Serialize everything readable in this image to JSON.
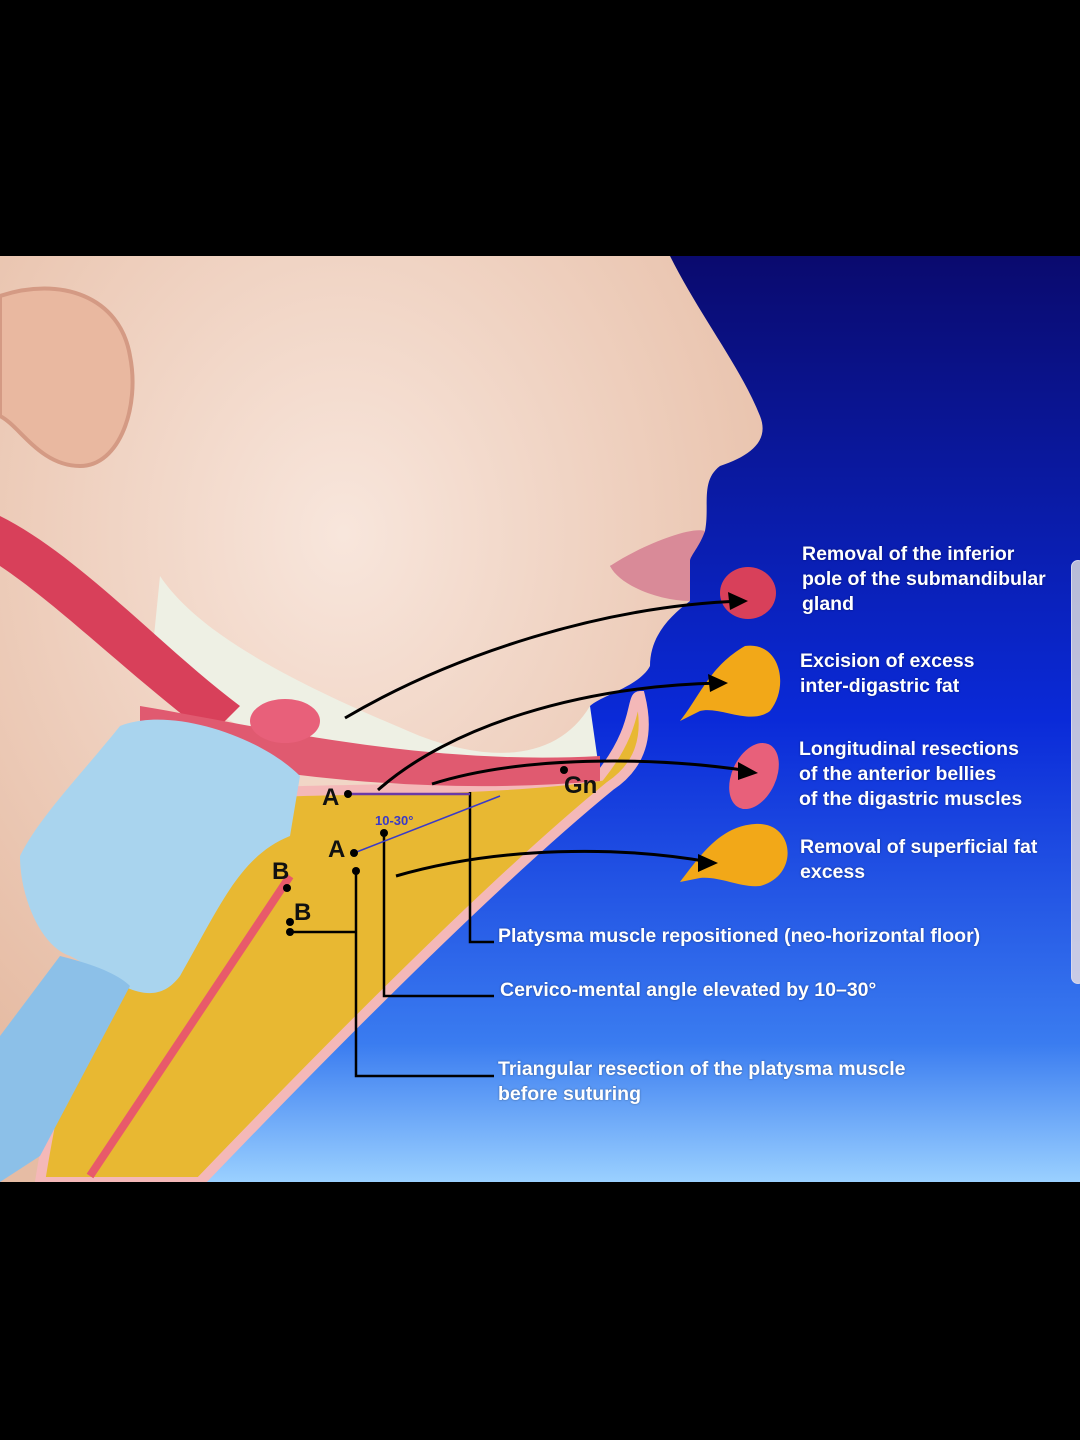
{
  "labels": {
    "submandibular": "Removal of the inferior\npole of the submandibular\ngland",
    "interdigastric": "Excision of excess\ninter-digastric fat",
    "digastric": "Longitudinal resections\nof the anterior bellies\nof the digastric muscles",
    "superficial_fat": "Removal of superficial fat\nexcess",
    "platysma": "Platysma muscle repositioned (neo-horizontal floor)",
    "cervicomental": "Cervico-mental angle elevated by 10–30°",
    "triangular": "Triangular resection of the platysma muscle\nbefore suturing"
  },
  "markers": {
    "a1": "A",
    "a2": "A",
    "b1": "B",
    "b2": "B",
    "gn": "Gn",
    "angle": "10-30°"
  },
  "colors": {
    "background_top": "#0a0a7a",
    "background_bottom": "#3d8df0",
    "skin": "#f2d2bc",
    "fat": "#e8b832",
    "muscle": "#d8405a",
    "cartilage": "#a9d4ee"
  }
}
